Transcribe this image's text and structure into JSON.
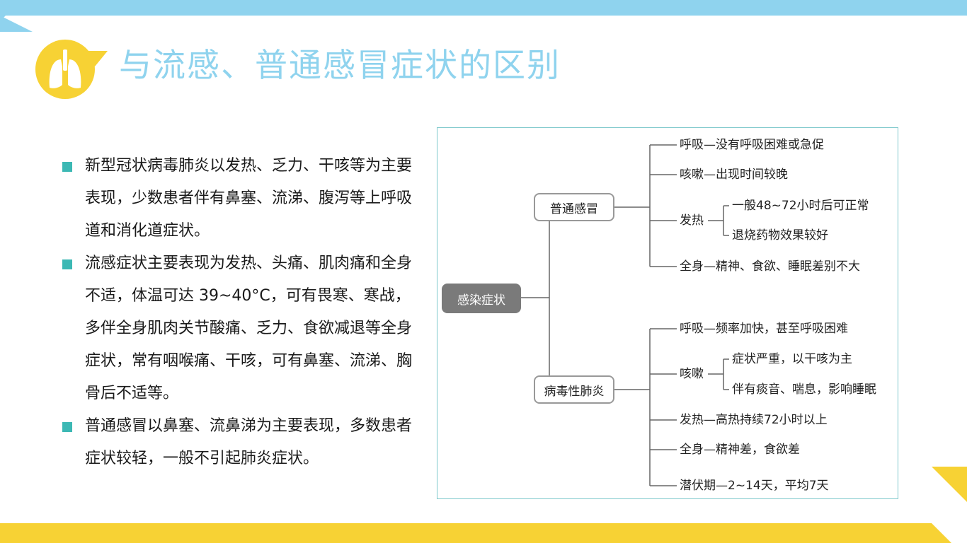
{
  "colors": {
    "accent_blue": "#8fd3ee",
    "accent_yellow": "#f7d234",
    "bullet_teal": "#3cb8b4",
    "frame_border": "#7fc8cc"
  },
  "header": {
    "logo_icon": "lungs-icon",
    "title": "与流感、普通感冒症状的区别"
  },
  "bullets": [
    "新型冠状病毒肺炎以发热、乏力、干咳等为主要表现，少数患者伴有鼻塞、流涕、腹泻等上呼吸道和消化道症状。",
    "流感症状主要表现为发热、头痛、肌肉痛和全身不适，体温可达 39~40°C，可有畏寒、寒战，多伴全身肌肉关节酸痛、乏力、食欲减退等全身症状，常有咽喉痛、干咳，可有鼻塞、流涕、胸骨后不适等。",
    "普通感冒以鼻塞、流鼻涕为主要表现，多数患者症状较轻，一般不引起肺炎症状。"
  ],
  "mindmap": {
    "root": "感染症状",
    "common_cold": {
      "label": "普通感冒",
      "breathing": "呼吸—没有呼吸困难或急促",
      "cough": "咳嗽—出现时间较晚",
      "fever_label": "发热",
      "fever_1": "一般48~72小时后可正常",
      "fever_2": "退烧药物效果较好",
      "body": "全身—精神、食欲、睡眠差别不大"
    },
    "viral_pneumonia": {
      "label": "病毒性肺炎",
      "breathing": "呼吸—频率加快，甚至呼吸困难",
      "cough_label": "咳嗽",
      "cough_1": "症状严重，以干咳为主",
      "cough_2": "伴有痰音、喘息，影响睡眠",
      "fever": "发热—高热持续72小时以上",
      "body": "全身—精神差，食欲差",
      "incubation": "潜伏期—2~14天，平均7天"
    }
  }
}
